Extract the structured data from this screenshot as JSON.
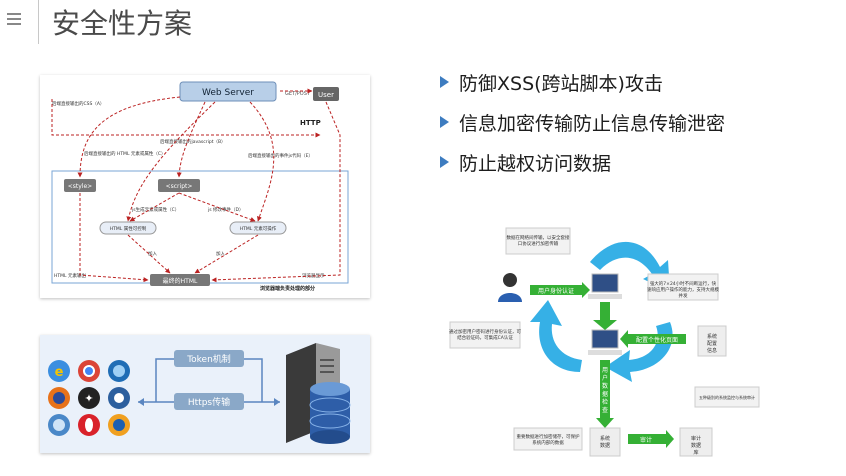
{
  "header": {
    "title": "安全性方案"
  },
  "bullets": [
    "防御XSS(跨站脚本)攻击",
    "信息加密传输防止信息传输泄密",
    "防止越权访问数据"
  ],
  "xss_diagram": {
    "web_server": "Web Server",
    "user": "User",
    "http": "HTTP",
    "get_post": "GET/POST",
    "style_tag": "<style>",
    "script_tag": "<script>",
    "final_html": "最终的HTML",
    "browser_caption": "浏览器端负责处理的部分",
    "labels": [
      "后端直接输出的CSS（A）",
      "后端直接输出的javascript（B）",
      "后端直接输出的 HTML 元素或属性（C）",
      "后端直接输出的事件js代码（E）",
      "js生成元素或属性（C）",
      "js 修改事件（D）",
      "HTML 属性可控制",
      "HTML 元素可操作",
      "加入",
      "加入",
      "HTML 元素输出",
      "浏览器显示"
    ]
  },
  "token_diagram": {
    "token": "Token机制",
    "https": "Https传输"
  },
  "auth_diagram": {
    "login": "用户身份认证",
    "personalized": "配置个性化页面",
    "db_check": "用户数据检查",
    "audit": "审计",
    "notes": [
      "数据在网络间传输，以安全套接口协议进行加密传输",
      "通过加密用户密码进行身份认证，可结合验证码，可集成CA认证",
      "强大的7×24小时不间断运行，快速响应用户操作的能力，支持大规模并发",
      "五种级别的系统监控与系统审计",
      "重要数据进行加密储存，可保护系统内部的数据"
    ],
    "sys_config": "系统配置信息",
    "sys_data": "系统数据",
    "audit_db": "审计数据库"
  }
}
